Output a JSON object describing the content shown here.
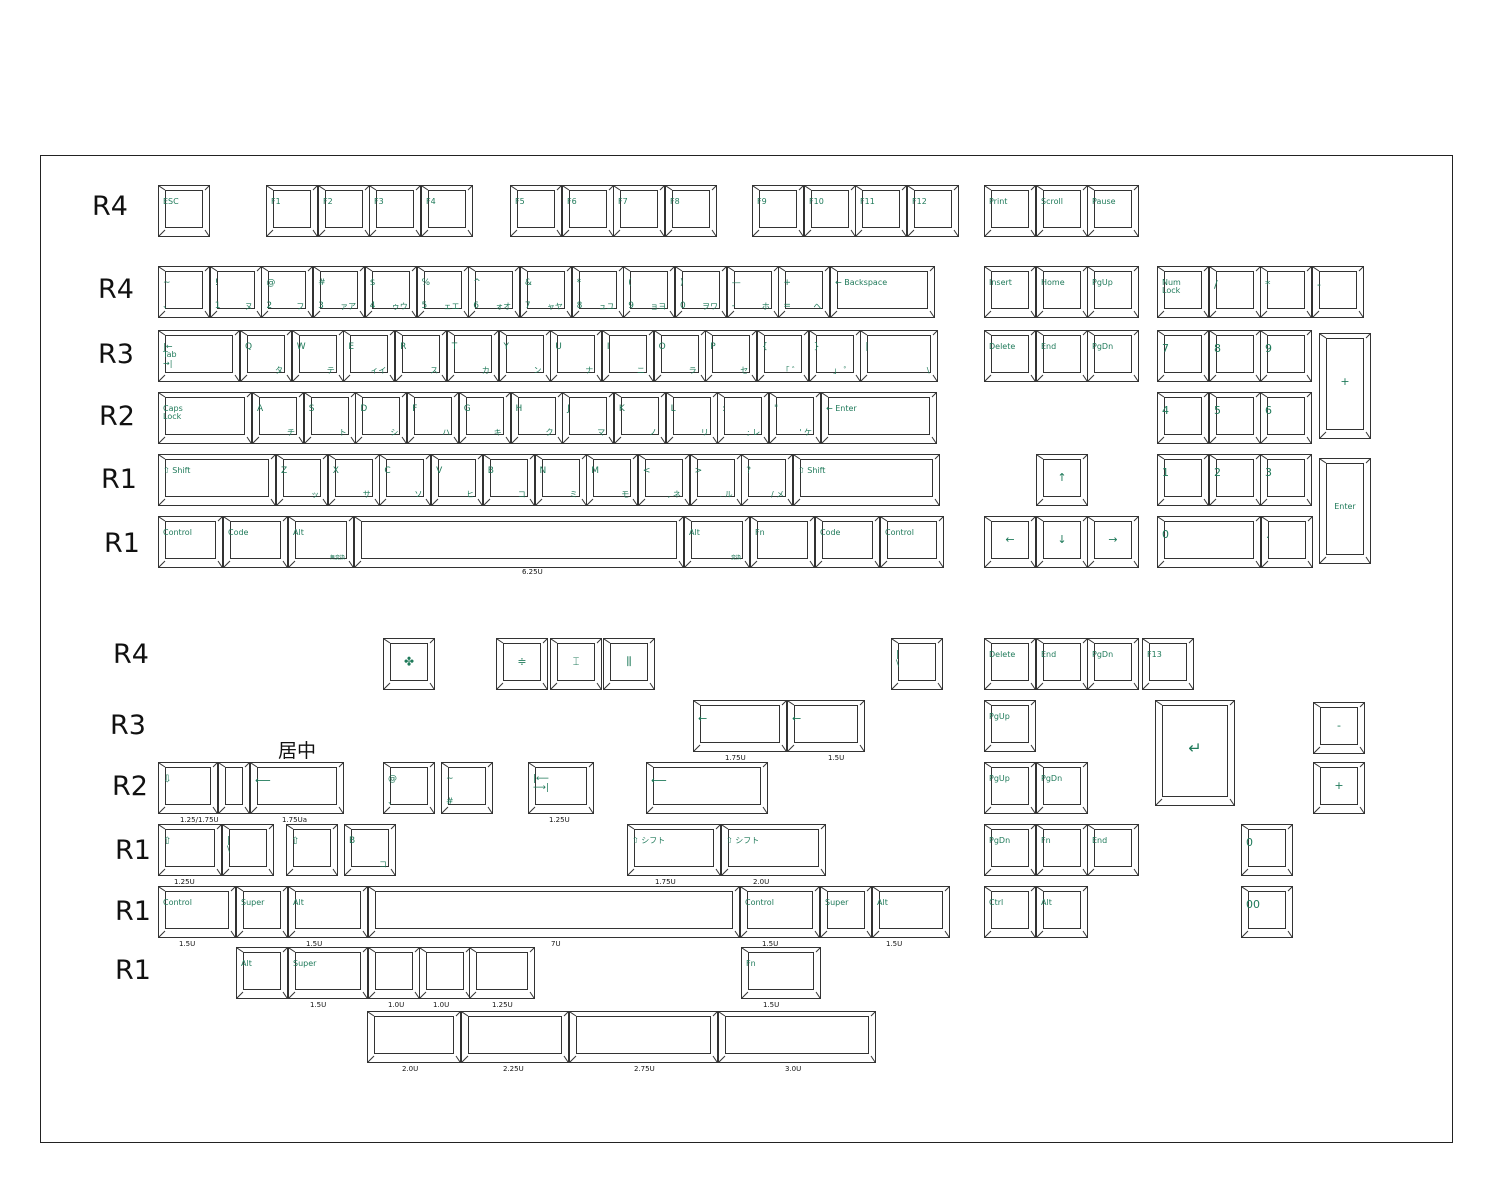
{
  "labels": {
    "r4a": "R4",
    "r4b": "R4",
    "r3a": "R3",
    "r2a": "R2",
    "r1a": "R1",
    "r1b": "R1",
    "r4c": "R4",
    "r3c": "R3",
    "r2c": "R2",
    "r1c": "R1",
    "r1d": "R1",
    "r1e": "R1"
  },
  "note": "居中",
  "keys": {
    "esc": "ESC",
    "f1": "F1",
    "f2": "F2",
    "f3": "F3",
    "f4": "F4",
    "f5": "F5",
    "f6": "F6",
    "f7": "F7",
    "f8": "F8",
    "f9": "F9",
    "f10": "F10",
    "f11": "F11",
    "f12": "F12",
    "print": "Print",
    "scroll": "Scroll",
    "pause": "Pause",
    "backspace": "← Backspace",
    "insert": "Insert",
    "home": "Home",
    "pgup": "PgUp",
    "numlock": "Num\nLock",
    "kslash": "/",
    "kstar": "*",
    "kminus": "-",
    "tab": "Tab",
    "delete": "Delete",
    "end": "End",
    "pgdn": "PgDn",
    "k7": "7",
    "k8": "8",
    "k9": "9",
    "kplus": "+",
    "caps": "Caps\nLock",
    "enter": "← Enter",
    "k4": "4",
    "k5": "5",
    "k6": "6",
    "shift": "⇧ Shift",
    "up": "↑",
    "k1": "1",
    "k2": "2",
    "k3": "3",
    "kenter": "Enter",
    "control": "Control",
    "code": "Code",
    "alt": "Alt",
    "fn": "Fn",
    "left": "←",
    "down": "↓",
    "right": "→",
    "k0": "0",
    "kdot": ".",
    "muhenkan": "無変換",
    "henkan": "変換",
    "del2": "Delete",
    "end2": "End",
    "pgdn2": "PgDn",
    "f13": "F13",
    "pgup2": "PgUp",
    "pgup3": "PgUp",
    "pgdn3": "PgDn",
    "pgdn4": "PgDn",
    "fn2": "Fn",
    "end3": "End",
    "ctrl": "Ctrl",
    "alt2": "Alt",
    "zero": "0",
    "dzero": "00",
    "super": "Super",
    "shift_jp": "⇧ シフト",
    "bkey": "B",
    "bkey2": "コ",
    "at": "@",
    "atb": "、",
    "tilde": "~",
    "hash": "#"
  },
  "row_num": [
    "~",
    "!",
    "@",
    "#",
    "$",
    "%",
    "^",
    "&",
    "*",
    "(",
    ")",
    "—",
    "+"
  ],
  "row_num_low": [
    "、",
    "1",
    "2",
    "3",
    "4",
    "5",
    "6",
    "7",
    "8",
    "9",
    "0",
    "-",
    "="
  ],
  "row_num_jp": [
    "",
    "ヌ",
    "フ",
    "ァア",
    "ゥウ",
    "ェエ",
    "ォオ",
    "ャヤ",
    "ュユ",
    "ョヨ",
    "ヲワ",
    "ホ",
    "ヘ"
  ],
  "row_q": [
    "Q",
    "W",
    "E",
    "R",
    "T",
    "Y",
    "U",
    "I",
    "O",
    "P",
    "{",
    "}",
    "|"
  ],
  "row_q_jp": [
    "タ",
    "テ",
    "ィイ",
    "ス",
    "カ",
    "ン",
    "ナ",
    "ニ",
    "ラ",
    "セ",
    "「 ゛",
    "」 ゜",
    "\\"
  ],
  "row_a": [
    "A",
    "S",
    "D",
    "F",
    "G",
    "H",
    "J",
    "K",
    "L",
    ":",
    "\""
  ],
  "row_a_jp": [
    "チ",
    "ト",
    "シ",
    "ハ",
    "キ",
    "ク",
    "マ",
    "ノ",
    "リ",
    "; レ",
    "' ケ"
  ],
  "row_z": [
    "Z",
    "X",
    "C",
    "V",
    "B",
    "N",
    "M",
    "<",
    ">",
    "?"
  ],
  "row_z_jp": [
    "ッ",
    "サ",
    "ソ",
    "ヒ",
    "コ",
    "ミ",
    "モ",
    ", ネ",
    ". ル",
    "/ メ"
  ],
  "sizes": {
    "space625": "6.25U",
    "s175a": "1.75U",
    "s15a": "1.5U",
    "s125_175": "1.25/1.75U",
    "s175ua": "1.75Ua",
    "s125a": "1.25U",
    "s125b": "1.25U",
    "s175b": "1.75U",
    "s20a": "2.0U",
    "s15b": "1.5U",
    "s15c": "1.5U",
    "s7u": "7U",
    "s15d": "1.5U",
    "s15e": "1.5U",
    "s15f": "1.5U",
    "s10a": "1.0U",
    "s10b": "1.0U",
    "s125c": "1.25U",
    "s15g": "1.5U",
    "s20b": "2.0U",
    "s225": "2.25U",
    "s275": "2.75U",
    "s30": "3.0U"
  }
}
